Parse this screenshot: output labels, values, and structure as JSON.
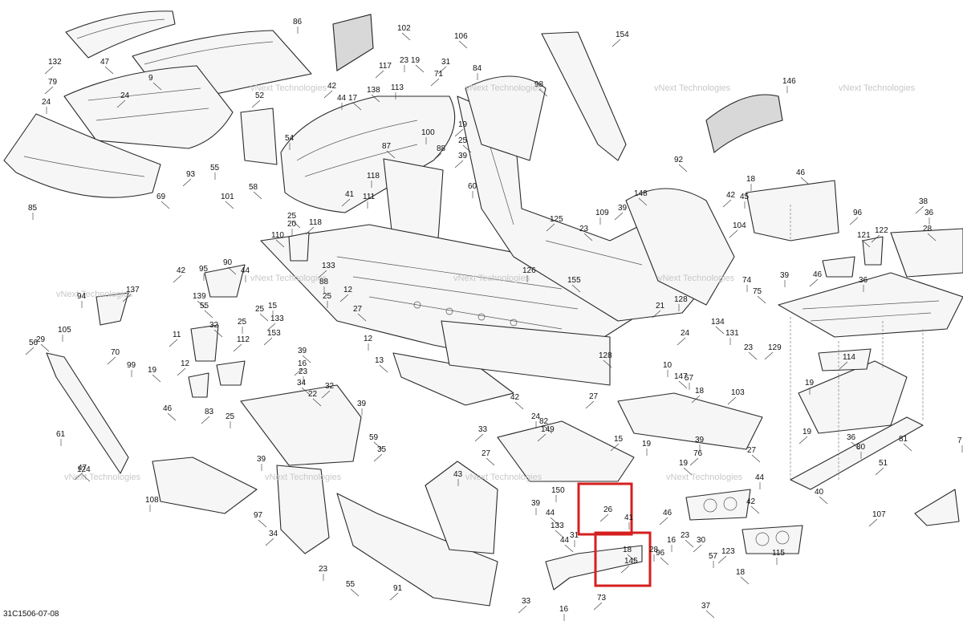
{
  "diagram_id": "31C1506-07-08",
  "watermark": "vNext Technologies",
  "highlight_color": "#d61f1f",
  "callouts": [
    "132",
    "86",
    "47",
    "79",
    "24",
    "9",
    "24",
    "85",
    "69",
    "93",
    "55",
    "101",
    "52",
    "54",
    "102",
    "42",
    "44",
    "17",
    "117",
    "23",
    "19",
    "71",
    "113",
    "138",
    "19",
    "100",
    "87",
    "88",
    "118",
    "58",
    "41",
    "111",
    "25",
    "118",
    "20",
    "106",
    "31",
    "84",
    "98",
    "154",
    "146",
    "25",
    "39",
    "60",
    "92",
    "96",
    "18",
    "46",
    "42",
    "45",
    "148",
    "39",
    "109",
    "23",
    "125",
    "126",
    "155",
    "104",
    "74",
    "75",
    "38",
    "36",
    "121",
    "122",
    "36",
    "28",
    "46",
    "39",
    "110",
    "133",
    "88",
    "90",
    "12",
    "25",
    "27",
    "42",
    "95",
    "139",
    "137",
    "94",
    "55",
    "11",
    "15",
    "25",
    "133",
    "12",
    "13",
    "12",
    "44",
    "32",
    "70",
    "99",
    "19",
    "112",
    "25",
    "39",
    "16",
    "23",
    "34",
    "153",
    "105",
    "29",
    "56",
    "61",
    "46",
    "83",
    "25",
    "22",
    "32",
    "39",
    "59",
    "35",
    "39",
    "97",
    "34",
    "23",
    "124",
    "47",
    "108",
    "55",
    "91",
    "43",
    "27",
    "33",
    "39",
    "44",
    "26",
    "41",
    "133",
    "149",
    "150",
    "42",
    "27",
    "24",
    "82",
    "15",
    "19",
    "128",
    "21",
    "128",
    "134",
    "24",
    "131",
    "23",
    "129",
    "10",
    "147",
    "18",
    "57",
    "27",
    "103",
    "39",
    "19",
    "76",
    "44",
    "42",
    "46",
    "16",
    "23",
    "30",
    "31",
    "44",
    "33",
    "16",
    "18",
    "145",
    "28",
    "96",
    "73",
    "57",
    "18",
    "123",
    "115",
    "37",
    "114",
    "19",
    "36",
    "19",
    "80",
    "81",
    "51",
    "7",
    "40",
    "107"
  ]
}
